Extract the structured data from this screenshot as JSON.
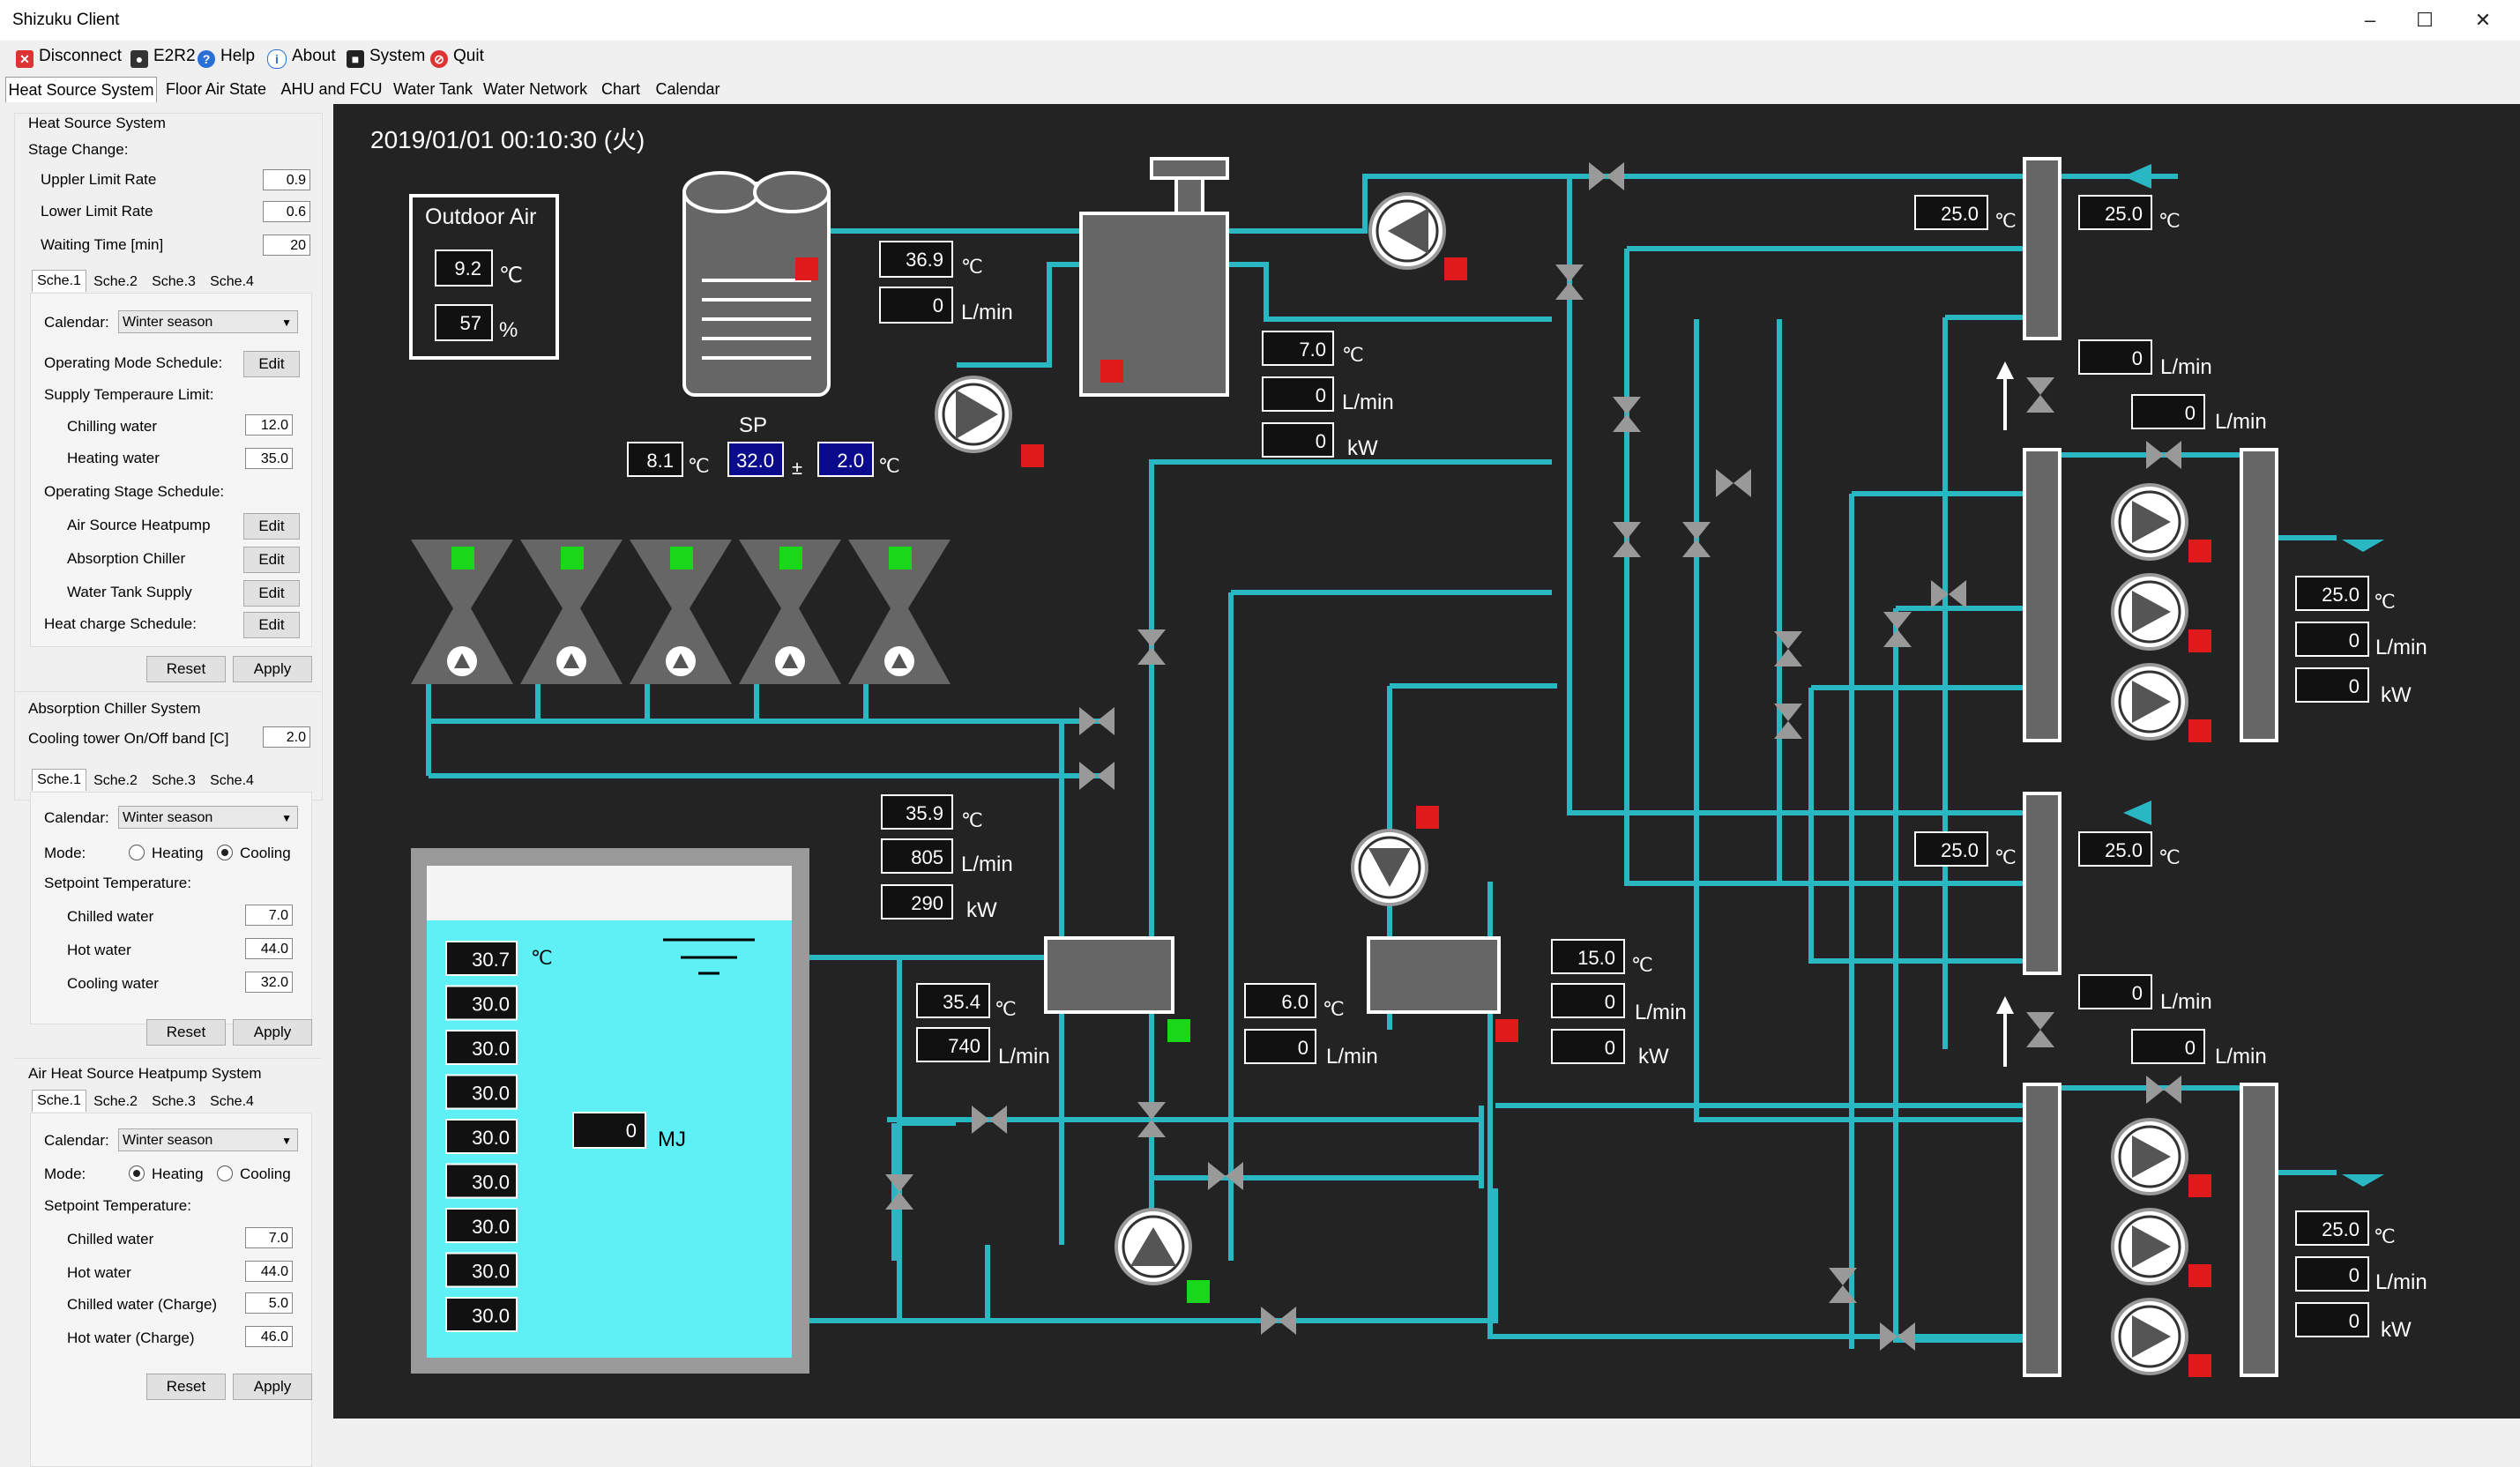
{
  "window": {
    "title": "Shizuku Client"
  },
  "menu": {
    "disconnect": "Disconnect",
    "e2r2": "E2R2",
    "help": "Help",
    "about": "About",
    "system": "System",
    "quit": "Quit"
  },
  "tabs": [
    "Heat Source System",
    "Floor Air State",
    "AHU and FCU",
    "Water Tank",
    "Water Network",
    "Chart",
    "Calendar"
  ],
  "left": {
    "hss": {
      "title": "Heat Source System",
      "stage_change": "Stage Change:",
      "upper_label": "Uppler Limit Rate",
      "upper": "0.9",
      "lower_label": "Lower Limit Rate",
      "lower": "0.6",
      "wait_label": "Waiting Time [min]",
      "wait": "20",
      "sche": [
        "Sche.1",
        "Sche.2",
        "Sche.3",
        "Sche.4"
      ],
      "calendar_label": "Calendar:",
      "calendar": "Winter season",
      "opmode_label": "Operating Mode Schedule:",
      "supply_label": "Supply Temperaure Limit:",
      "chilling_label": "Chilling water",
      "chilling": "12.0",
      "heating_label": "Heating water",
      "heating": "35.0",
      "stage_sched_label": "Operating Stage Schedule:",
      "ashp_label": "Air Source Heatpump",
      "absorp_label": "Absorption Chiller",
      "wts_label": "Water Tank Supply",
      "heatcharge_label": "Heat charge Schedule:",
      "edit": "Edit",
      "reset": "Reset",
      "apply": "Apply"
    },
    "acs": {
      "title": "Absorption Chiller System",
      "ct_label": "Cooling tower On/Off band [C]",
      "ct": "2.0",
      "sche": [
        "Sche.1",
        "Sche.2",
        "Sche.3",
        "Sche.4"
      ],
      "calendar_label": "Calendar:",
      "calendar": "Winter season",
      "mode_label": "Mode:",
      "heating": "Heating",
      "cooling": "Cooling",
      "setpoint_label": "Setpoint Temperature:",
      "chilled_label": "Chilled water",
      "chilled": "7.0",
      "hot_label": "Hot water",
      "hot": "44.0",
      "cool_label": "Cooling water",
      "cool": "32.0",
      "reset": "Reset",
      "apply": "Apply"
    },
    "ahhs": {
      "title": "Air Heat Source Heatpump System",
      "sche": [
        "Sche.1",
        "Sche.2",
        "Sche.3",
        "Sche.4"
      ],
      "calendar_label": "Calendar:",
      "calendar": "Winter season",
      "mode_label": "Mode:",
      "heating": "Heating",
      "cooling": "Cooling",
      "setpoint_label": "Setpoint Temperature:",
      "chilled_label": "Chilled water",
      "chilled": "7.0",
      "hot_label": "Hot water",
      "hot": "44.0",
      "chilled_charge_label": "Chilled water (Charge)",
      "chilled_charge": "5.0",
      "hot_charge_label": "Hot water (Charge)",
      "hot_charge": "46.0",
      "reset": "Reset",
      "apply": "Apply"
    }
  },
  "diagram": {
    "timestamp": "2019/01/01 00:10:30 (火)",
    "outdoor": {
      "title": "Outdoor Air",
      "temp": "9.2",
      "hum": "57",
      "temp_unit": "℃",
      "hum_unit": "%"
    },
    "sp": {
      "label": "SP",
      "left": "8.1",
      "set": "32.0",
      "band": "2.0",
      "pm": "±"
    },
    "units": {
      "c": "℃",
      "lmin": "L/min",
      "kw": "kW",
      "mj": "MJ"
    },
    "absorber_out": {
      "temp": "36.9",
      "flow": "0"
    },
    "absorber_chw": {
      "temp": "7.0",
      "flow": "0",
      "power": "0"
    },
    "hx1": {
      "temp": "35.9",
      "flow": "805",
      "power": "290"
    },
    "hx1_in": {
      "temp": "35.4",
      "flow": "740"
    },
    "hx2_in": {
      "temp": "6.0",
      "flow": "0"
    },
    "hx2_out": {
      "temp": "15.0",
      "flow": "0",
      "power": "0"
    },
    "tank": {
      "temps": [
        "30.7",
        "30.0",
        "30.0",
        "30.0",
        "30.0",
        "30.0",
        "30.0",
        "30.0",
        "30.0"
      ],
      "energy": "0"
    },
    "header_top": {
      "in_temp": "25.0",
      "in_temp2": "25.0",
      "flow1": "0",
      "flow2": "0",
      "out_temp": "25.0",
      "out_flow": "0",
      "out_power": "0"
    },
    "header_bottom": {
      "in_temp": "25.0",
      "in_temp2": "25.0",
      "flow1": "0",
      "flow2": "0",
      "out_temp": "25.0",
      "out_flow": "0",
      "out_power": "0"
    },
    "colors": {
      "pipe": "#2ab7c4",
      "bg": "#232323",
      "on": "#19d719",
      "off": "#e01a1a",
      "equip": "#666666",
      "tank_water": "#5ef0f5"
    }
  }
}
